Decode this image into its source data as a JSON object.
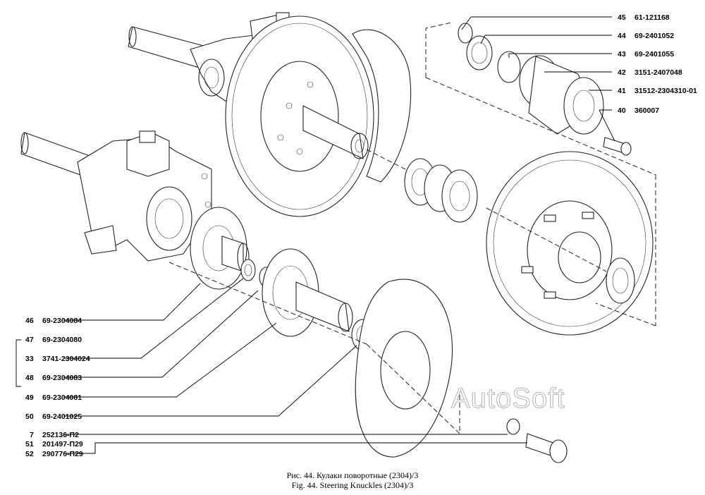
{
  "watermark": "AutoSoft",
  "caption": {
    "ru": "Рис. 44. Кулаки поворотные (2304)/3",
    "en": "Fig. 44. Steering Knuckles (2304)/3"
  },
  "callouts_right": [
    {
      "num": "45",
      "code": "61-121168"
    },
    {
      "num": "44",
      "code": "69-2401052"
    },
    {
      "num": "43",
      "code": "69-2401055"
    },
    {
      "num": "42",
      "code": "3151-2407048"
    },
    {
      "num": "41",
      "code": "31512-2304310-01"
    },
    {
      "num": "40",
      "code": "360007"
    }
  ],
  "callouts_left": [
    {
      "num": "46",
      "code": "69-2304084"
    },
    {
      "num": "47",
      "code": "69-2304080"
    },
    {
      "num": "33",
      "code": "3741-2304024"
    },
    {
      "num": "48",
      "code": "69-2304083"
    },
    {
      "num": "49",
      "code": "69-2304081"
    },
    {
      "num": "50",
      "code": "69-2401025"
    },
    {
      "num": "7",
      "code": "252136-П2"
    },
    {
      "num": "51",
      "code": "201497-П29"
    },
    {
      "num": "52",
      "code": "290776-П29"
    }
  ]
}
